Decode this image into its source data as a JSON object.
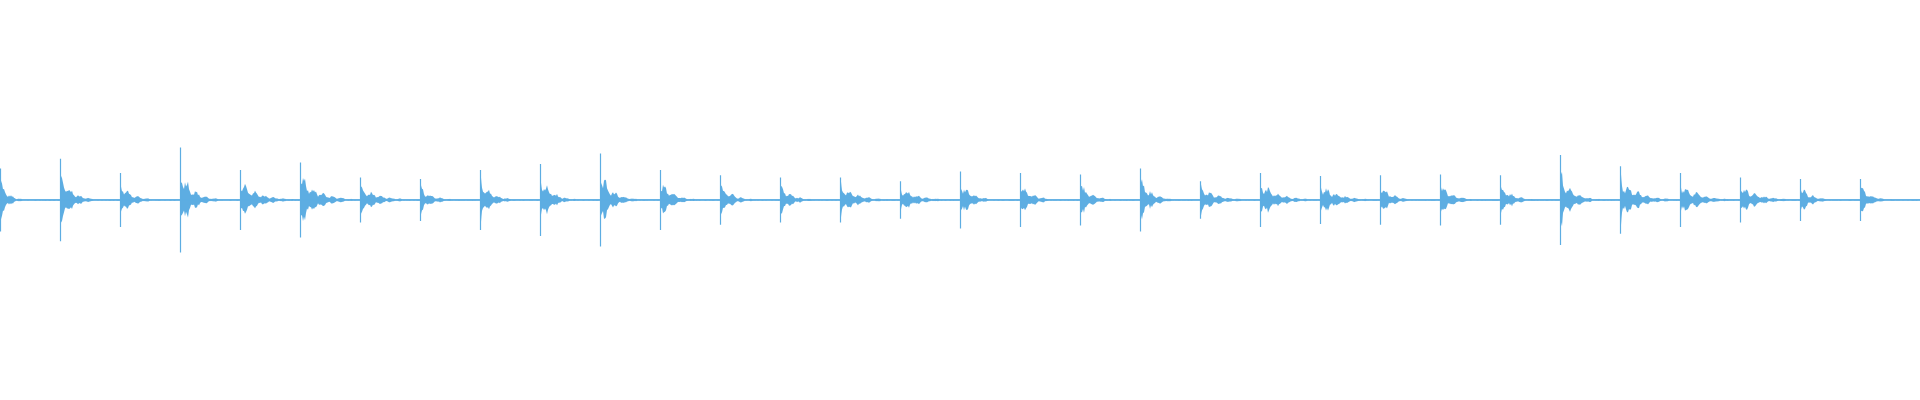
{
  "waveform": {
    "color": "#5dade2",
    "background": "#ffffff",
    "onsets": [
      {
        "level": 0.42,
        "decay": "fast"
      },
      {
        "level": 0.55,
        "decay": "medium"
      },
      {
        "level": 0.36,
        "decay": "medium"
      },
      {
        "level": 0.7,
        "decay": "medium"
      },
      {
        "level": 0.4,
        "decay": "slow"
      },
      {
        "level": 0.5,
        "decay": "slow"
      },
      {
        "level": 0.3,
        "decay": "slow"
      },
      {
        "level": 0.28,
        "decay": "medium"
      },
      {
        "level": 0.4,
        "decay": "medium"
      },
      {
        "level": 0.48,
        "decay": "medium"
      },
      {
        "level": 0.62,
        "decay": "medium"
      },
      {
        "level": 0.4,
        "decay": "medium"
      },
      {
        "level": 0.33,
        "decay": "medium"
      },
      {
        "level": 0.3,
        "decay": "medium"
      },
      {
        "level": 0.3,
        "decay": "slow"
      },
      {
        "level": 0.25,
        "decay": "slow"
      },
      {
        "level": 0.38,
        "decay": "medium"
      },
      {
        "level": 0.36,
        "decay": "medium"
      },
      {
        "level": 0.34,
        "decay": "medium"
      },
      {
        "level": 0.42,
        "decay": "medium"
      },
      {
        "level": 0.25,
        "decay": "slow"
      },
      {
        "level": 0.36,
        "decay": "slow"
      },
      {
        "level": 0.32,
        "decay": "slow"
      },
      {
        "level": 0.33,
        "decay": "medium"
      },
      {
        "level": 0.34,
        "decay": "medium"
      },
      {
        "level": 0.33,
        "decay": "medium"
      },
      {
        "level": 0.6,
        "decay": "medium"
      },
      {
        "level": 0.45,
        "decay": "slow"
      },
      {
        "level": 0.36,
        "decay": "slow"
      },
      {
        "level": 0.3,
        "decay": "slow"
      },
      {
        "level": 0.28,
        "decay": "medium"
      },
      {
        "level": 0.28,
        "decay": "medium"
      }
    ]
  }
}
